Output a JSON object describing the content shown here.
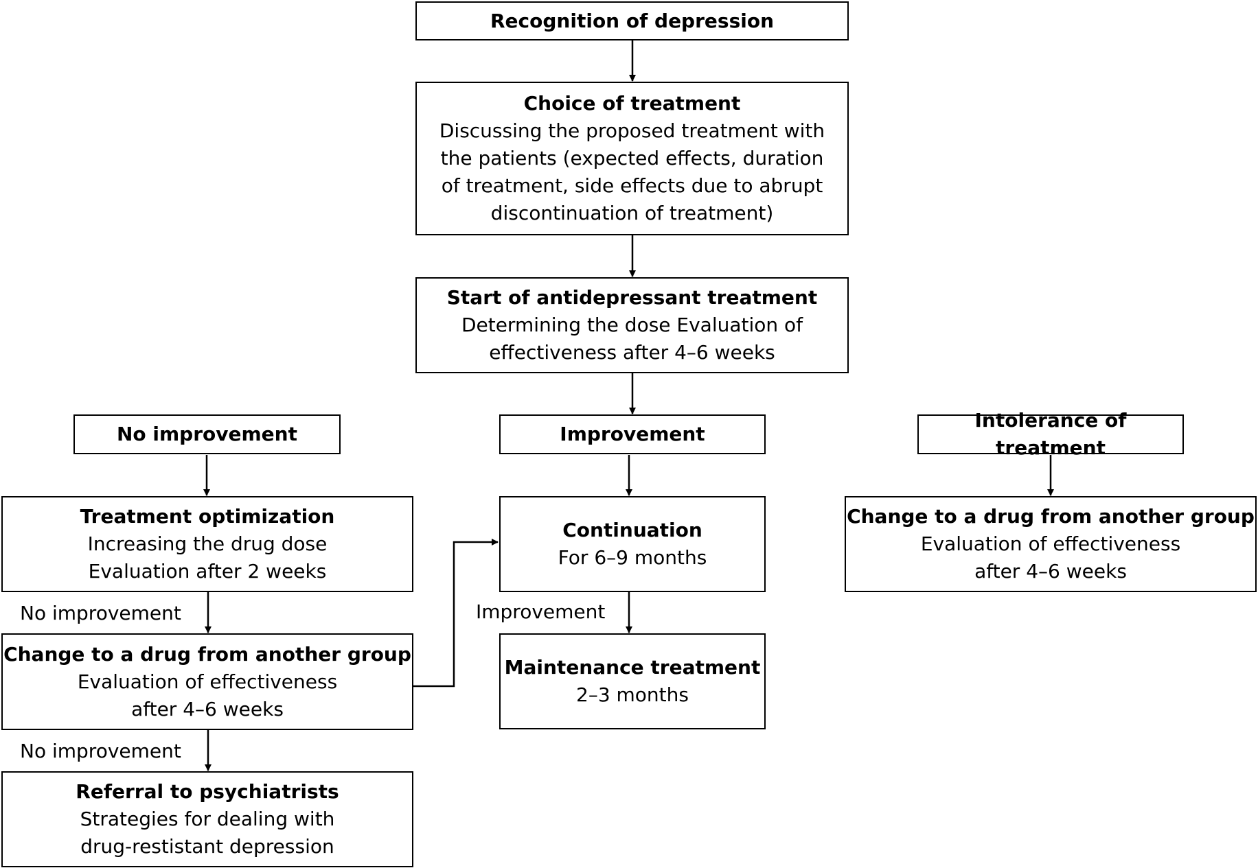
{
  "nodes": {
    "recognition": {
      "title": "Recognition of depression",
      "lines": []
    },
    "choice": {
      "title": "Choice of treatment",
      "lines": [
        "Discussing the proposed treatment with",
        "the patients (expected effects, duration",
        "of treatment, side effects due to abrupt",
        "discontinuation of treatment)"
      ]
    },
    "start": {
      "title": "Start of antidepressant treatment",
      "lines": [
        "Determining the dose Evaluation of",
        "effectiveness after 4–6 weeks"
      ]
    },
    "no_improvement": {
      "title": "No improvement",
      "lines": []
    },
    "improvement": {
      "title": "Improvement",
      "lines": []
    },
    "intolerance": {
      "title": "Intolerance of treatment",
      "lines": []
    },
    "optimization": {
      "title": "Treatment optimization",
      "lines": [
        "Increasing the drug dose",
        "Evaluation after 2 weeks"
      ]
    },
    "change_left": {
      "title": "Change to a drug from another group",
      "lines": [
        "Evaluation of effectiveness",
        "after 4–6 weeks"
      ]
    },
    "referral": {
      "title": "Referral to psychiatrists",
      "lines": [
        "Strategies for dealing with",
        "drug-restistant depression"
      ]
    },
    "continuation": {
      "title": "Continuation",
      "lines": [
        "For 6–9 months"
      ]
    },
    "maintenance": {
      "title": "Maintenance treatment",
      "lines": [
        "2–3 months"
      ]
    },
    "change_right": {
      "title": "Change to a drug from another group",
      "lines": [
        "Evaluation of effectiveness",
        "after 4–6 weeks"
      ]
    }
  },
  "edge_labels": {
    "opt_to_change": "No improvement",
    "change_to_referral": "No improvement",
    "cont_to_maint": "Improvement"
  }
}
